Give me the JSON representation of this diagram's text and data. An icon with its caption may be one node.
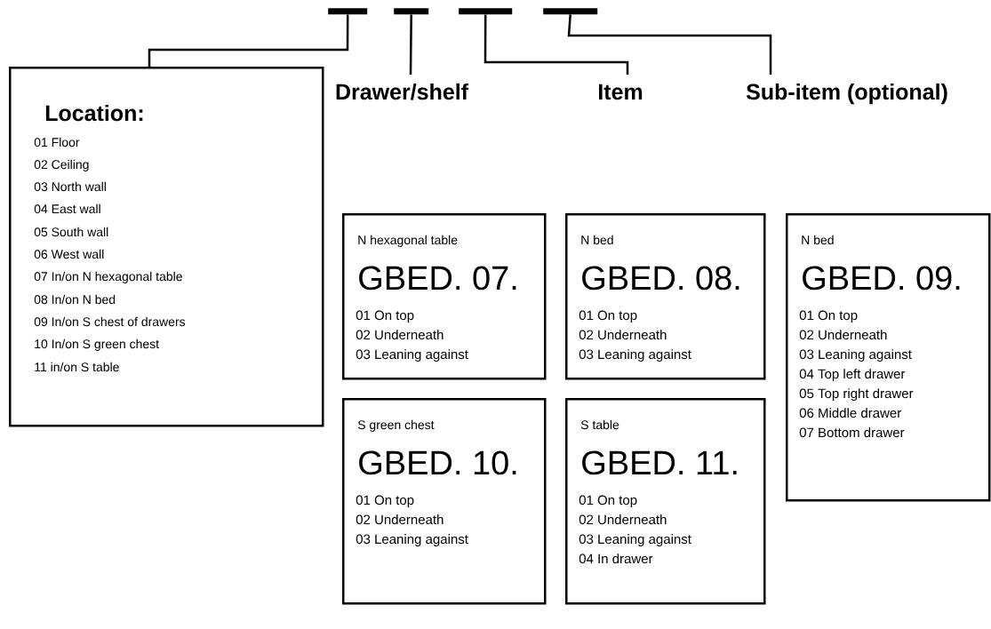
{
  "diagram": {
    "nodes": [
      {
        "text": [],
        "shape": "bar"
      },
      {
        "text": [],
        "shape": "bar"
      },
      {
        "text": [],
        "shape": "bar"
      },
      {
        "text": [],
        "shape": "bar"
      },
      {
        "text": [
          "Location:",
          "01 Floor",
          "02 Ceiling",
          "03 North wall",
          "04 East wall",
          "05 South wall",
          "06 West wall",
          "07 In/on N hexagonal table",
          "08 In/on N bed",
          "09 In/on S chest of drawers",
          "10 In/on S green chest",
          "11 in/on S table"
        ]
      },
      {
        "text": [
          "Drawer/shelf"
        ]
      },
      {
        "text": [
          "Item"
        ]
      },
      {
        "text": [
          "Sub-item (optional)"
        ]
      },
      {
        "text": [
          "N hexagonal table",
          "GBED. 07.",
          "01 On top",
          "02 Underneath",
          "03 Leaning against"
        ]
      },
      {
        "text": [
          "N bed",
          "GBED. 08.",
          "01 On top",
          "02 Underneath",
          "03 Leaning against"
        ]
      },
      {
        "text": [
          "N bed",
          "GBED. 09.",
          "01 On top",
          "02 Underneath",
          "03 Leaning against",
          "04 Top left drawer",
          "05 Top right drawer",
          "06 Middle drawer",
          "07 Bottom drawer"
        ]
      },
      {
        "text": [
          "S green chest",
          "GBED. 10.",
          "01 On top",
          "02 Underneath",
          "03 Leaning against"
        ]
      },
      {
        "text": [
          "S table",
          "GBED. 11.",
          "01 On top",
          "02 Underneath",
          "03 Leaning against",
          "04 In drawer"
        ]
      }
    ],
    "edges": [
      {
        "from": 0,
        "to": 4,
        "arrow": "none"
      },
      {
        "from": 1,
        "to": 5,
        "arrow": "none"
      },
      {
        "from": 2,
        "to": 6,
        "arrow": "none"
      },
      {
        "from": 3,
        "to": 7,
        "arrow": "none"
      }
    ]
  }
}
